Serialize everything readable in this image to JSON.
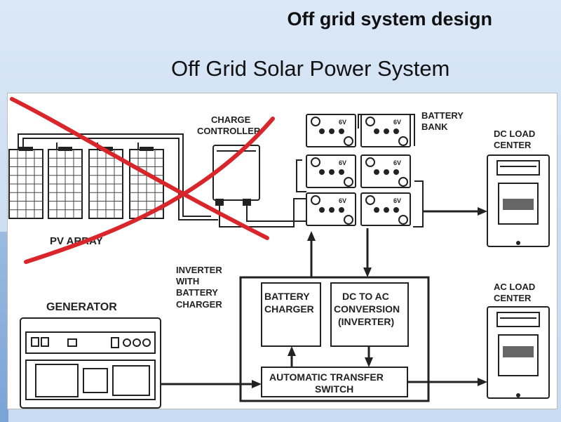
{
  "header": {
    "title": "Off grid system design",
    "subtitle": "Off Grid Solar Power System"
  },
  "diagram": {
    "charge_controller": [
      "CHARGE",
      "CONTROLLER"
    ],
    "battery_bank": [
      "BATTERY",
      "BANK"
    ],
    "battery_voltage": "6V",
    "dc_load_center": [
      "DC LOAD",
      "CENTER"
    ],
    "ac_load_center": [
      "AC LOAD",
      "CENTER"
    ],
    "pv_array": "PV ARRAY",
    "inverter_label": [
      "INVERTER",
      "WITH",
      "BATTERY",
      "CHARGER"
    ],
    "generator": "GENERATOR",
    "battery_charger": [
      "BATTERY",
      "CHARGER"
    ],
    "dc_to_ac": [
      "DC TO AC",
      "CONVERSION",
      "(INVERTER)"
    ],
    "transfer_switch": [
      "AUTOMATIC TRANSFER",
      "SWITCH"
    ]
  },
  "colors": {
    "background": "#cfe0f3",
    "red_cross": "#d9262b",
    "line": "#222222"
  }
}
